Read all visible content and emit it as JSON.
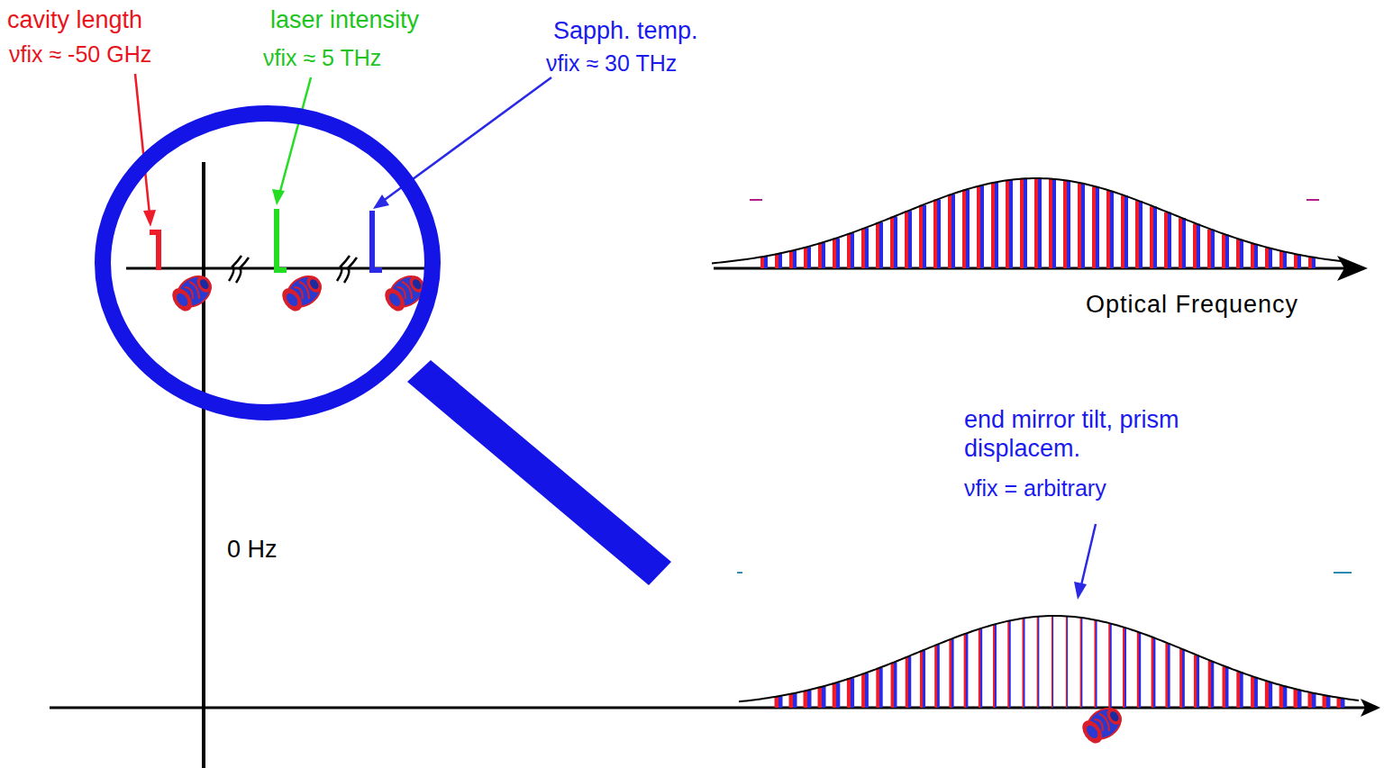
{
  "diagram": {
    "labels": [
      "cavity length",
      "νfix ≈ -50 GHz",
      "laser intensity",
      "νfix ≈ 5 THz",
      "Sapph. temp.",
      "νfix ≈ 30 THz",
      "Optical Frequency",
      "0 Hz",
      "end mirror tilt, prism displacem.",
      "νfix = arbitrary"
    ]
  }
}
